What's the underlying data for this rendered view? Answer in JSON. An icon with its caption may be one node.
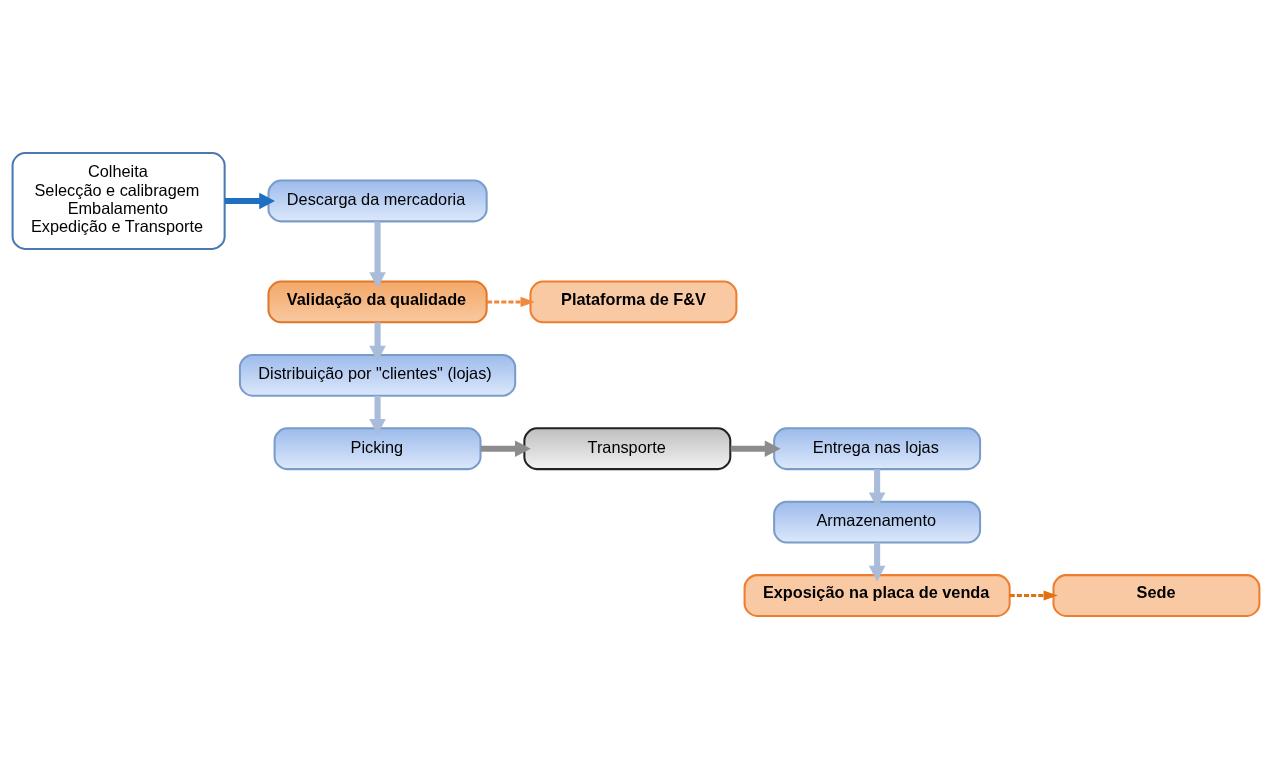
{
  "diagram": {
    "nodes": [
      {
        "text": [
          "Colheita",
          "Selecção e calibragem",
          "Embalamento",
          "Expedição e Transporte"
        ]
      },
      {
        "text": [
          "Descarga da mercadoria"
        ]
      },
      {
        "text": [
          "Validação da qualidade"
        ]
      },
      {
        "text": [
          "Plataforma de F&V"
        ]
      },
      {
        "text": [
          "Distribuição por \"clientes\" (lojas)"
        ]
      },
      {
        "text": [
          "Picking"
        ]
      },
      {
        "text": [
          "Transporte"
        ]
      },
      {
        "text": [
          "Entrega nas lojas"
        ]
      },
      {
        "text": [
          "Armazenamento"
        ]
      },
      {
        "text": [
          "Exposição na placa de venda"
        ]
      },
      {
        "text": [
          "Sede"
        ]
      }
    ],
    "edges": [
      {
        "from": 0,
        "to": 1,
        "arrow": "to",
        "color": "#1f6fc0"
      },
      {
        "from": 1,
        "to": 2,
        "arrow": "to"
      },
      {
        "from": 2,
        "to": 3,
        "arrow": "to",
        "style": "dashed",
        "color": "#f0883e"
      },
      {
        "from": 2,
        "to": 4,
        "arrow": "to"
      },
      {
        "from": 4,
        "to": 5,
        "arrow": "to"
      },
      {
        "from": 5,
        "to": 6,
        "arrow": "to",
        "color": "#8c8c8c"
      },
      {
        "from": 6,
        "to": 7,
        "arrow": "to",
        "color": "#8c8c8c"
      },
      {
        "from": 7,
        "to": 8,
        "arrow": "to"
      },
      {
        "from": 8,
        "to": 9,
        "arrow": "to"
      },
      {
        "from": 9,
        "to": 10,
        "arrow": "to",
        "style": "dashed",
        "color": "#e07010"
      }
    ]
  }
}
